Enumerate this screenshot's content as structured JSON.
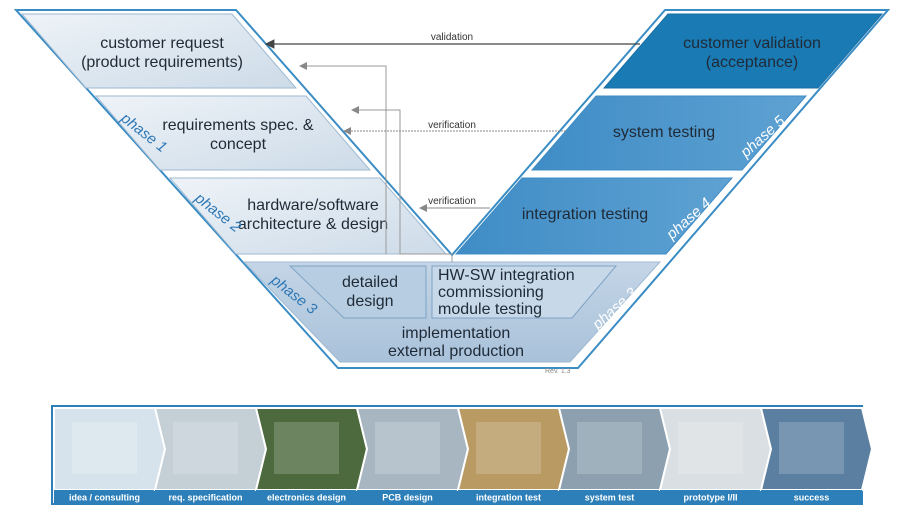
{
  "v_model": {
    "left": {
      "customer_request_line1": "customer request",
      "customer_request_line2": "(product requirements)",
      "req_spec_line1": "requirements spec. &",
      "req_spec_line2": "concept",
      "hw_sw_line1": "hardware/software",
      "hw_sw_line2": "architecture & design"
    },
    "bottom": {
      "detailed_line1": "detailed",
      "detailed_line2": "design",
      "hwsw_line1": "HW-SW integration",
      "hwsw_line2": "commissioning",
      "hwsw_line3": "module testing",
      "impl_line1": "implementation",
      "impl_line2": "external production"
    },
    "right": {
      "customer_validation_line1": "customer validation",
      "customer_validation_line2": "(acceptance)",
      "system_testing": "system testing",
      "integration_testing": "integration testing"
    },
    "arrows": {
      "validation": "validation",
      "verification_top": "verification",
      "verification_bottom": "verification"
    },
    "phases": {
      "left_1": "phase 1",
      "left_2": "phase 2",
      "left_3": "phase 3",
      "right_3": "phase 3",
      "right_4": "phase 4",
      "right_5": "phase 5"
    },
    "revision": "Rev. 1.3"
  },
  "strip": {
    "items": [
      {
        "label": "idea / consulting",
        "icon": "consulting-photo",
        "color": "#d7e3ec"
      },
      {
        "label": "req. specification",
        "icon": "meeting-photo",
        "color": "#c4cfd6"
      },
      {
        "label": "electronics design",
        "icon": "circuit-board-photo",
        "color": "#4d6a3e"
      },
      {
        "label": "PCB design",
        "icon": "monitor-photo",
        "color": "#a8b6c2"
      },
      {
        "label": "integration test",
        "icon": "lab-bench-photo",
        "color": "#b89a62"
      },
      {
        "label": "system test",
        "icon": "test-rack-photo",
        "color": "#8ca0b0"
      },
      {
        "label": "prototype I/II",
        "icon": "prototype-photo",
        "color": "#d9dfe2"
      },
      {
        "label": "success",
        "icon": "handshake-photo",
        "color": "#5b7fa0"
      }
    ]
  },
  "colors": {
    "left_fill": "#dfe8f1",
    "mid_fill": "#c7d7e7",
    "right_fill": "#5fa0cf",
    "accept_fill": "#1a7ab4",
    "strip_label_bg": "#2c7fb8",
    "outline": "#3a8cc4"
  }
}
